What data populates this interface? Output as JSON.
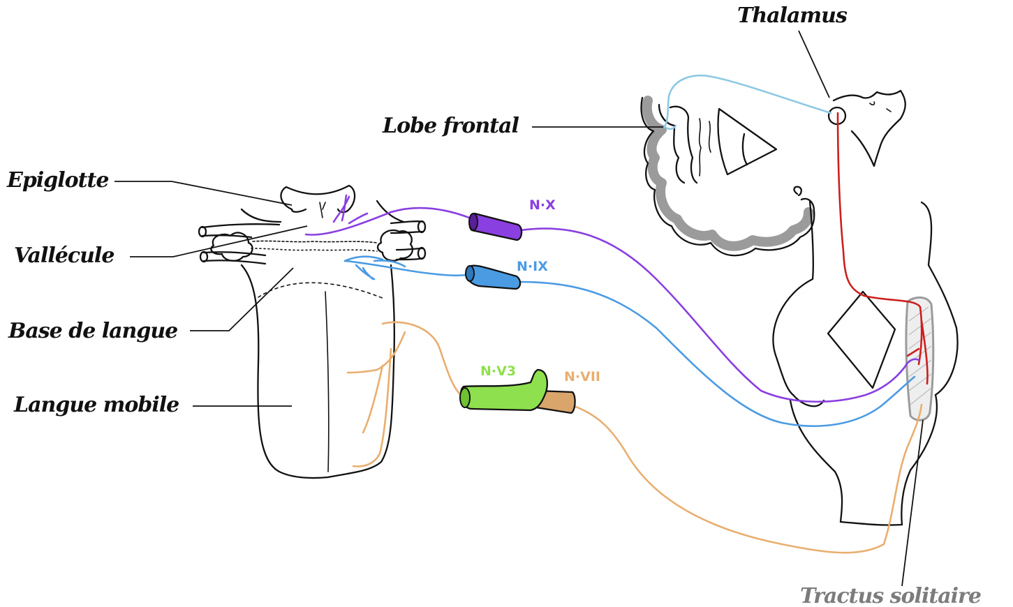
{
  "labels": {
    "thalamus": "Thalamus",
    "lobe_frontal": "Lobe frontal",
    "epiglotte": "Epiglotte",
    "vallecule": "Vallécule",
    "base_de_langue": "Base de langue",
    "langue_mobile": "Langue mobile",
    "tractus_solitaire": "Tractus solitaire"
  },
  "nerves": {
    "x": "N·X",
    "ix": "N·IX",
    "v3": "N·V3",
    "vii": "N·VII"
  },
  "colors": {
    "nerve_x": "#8a3fe0",
    "nerve_ix": "#4b9be3",
    "nerve_v3": "#8ee04e",
    "nerve_vii": "#e9ae6f",
    "thalamic_path": "#cc1f1f",
    "cortical_path": "#8ec9e3",
    "cortex": "#9b9b9b",
    "label_grey": "#7c7c7c"
  }
}
